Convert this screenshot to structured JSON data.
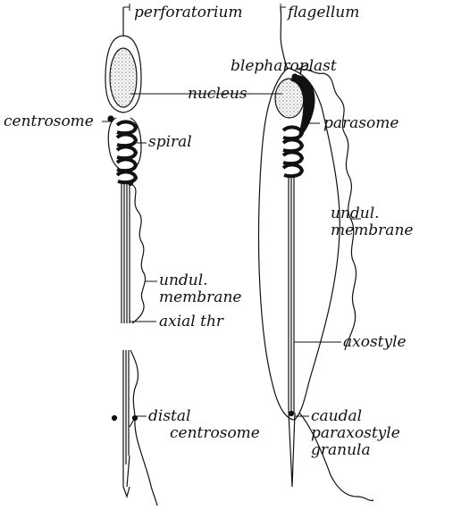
{
  "labels": {
    "perforatorium": "perforatorium",
    "flagellum": "flagellum",
    "blepharoplast": "blepharoplast",
    "nucleus": "nucleus",
    "centrosome": "centrosome",
    "spiral": "spiral",
    "parasome": "parasome",
    "undul_left": [
      "undul.",
      "membrane"
    ],
    "undul_right": [
      "undul.",
      "membrane"
    ],
    "axial_thr": "axial thr",
    "axostyle": "axostyle",
    "distal_centrosome": [
      "distal",
      "centrosome"
    ],
    "caudal": [
      "caudal",
      "paraxostyle",
      "granula"
    ]
  },
  "colors": {
    "ink": "#111111",
    "stipple": "#777777"
  }
}
